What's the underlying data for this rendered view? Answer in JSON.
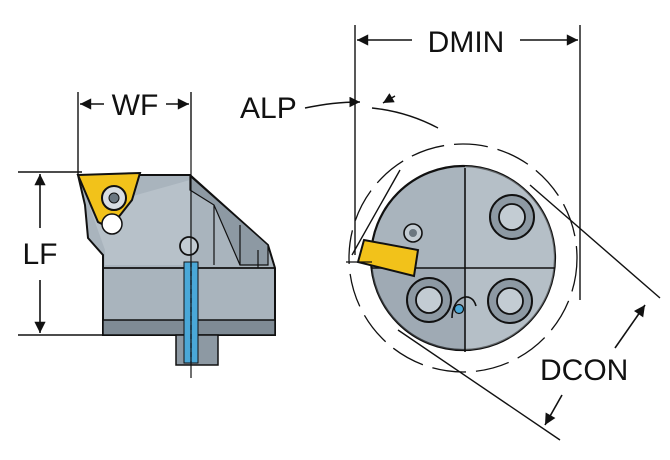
{
  "labels": {
    "wf": "WF",
    "lf": "LF",
    "alp": "ALP",
    "dmin": "DMIN",
    "dcon": "DCON"
  },
  "colors": {
    "body_gray": "#a9b4bd",
    "body_light": "#c3ccd3",
    "body_dark": "#8d99a3",
    "insert_yellow": "#f2c21a",
    "coolant_blue": "#4aa8d8",
    "line": "#111111"
  }
}
